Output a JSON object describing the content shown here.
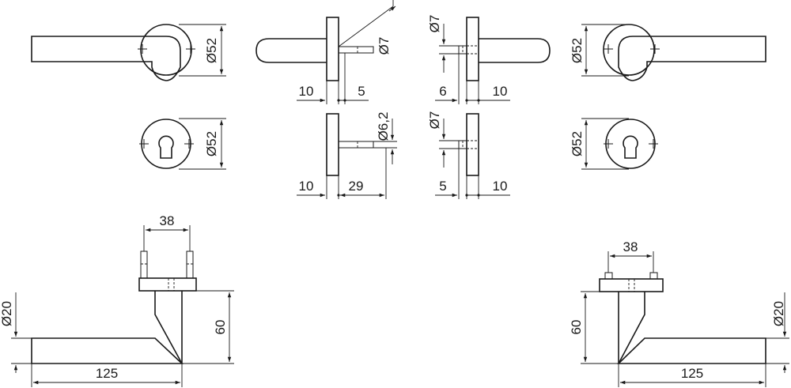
{
  "dimensions": {
    "rosette_top_left_dia": "Ø52",
    "escutcheon_left_dia": "Ø52",
    "side_left_pin_dia": "Ø7",
    "side_left_flange": "10",
    "side_left_pin": "5",
    "side_left_bolt_dia": "Ø6,2",
    "side_left_bottom_flange": "10",
    "side_left_bottom_bolt": "29",
    "side_right_pin_dia": "Ø7",
    "side_right_pin": "6",
    "side_right_flange": "10",
    "side_right_bottom_pin_dia": "Ø7",
    "side_right_bottom_pin": "5",
    "side_right_bottom_flange": "10",
    "rosette_top_right_dia": "Ø52",
    "escutcheon_right_dia": "Ø52",
    "front_left_spacing": "38",
    "front_left_lever_dia": "Ø20",
    "front_left_height": "60",
    "front_left_length": "125",
    "front_right_spacing": "38",
    "front_right_lever_dia": "Ø20",
    "front_right_height": "60",
    "front_right_length": "125"
  }
}
